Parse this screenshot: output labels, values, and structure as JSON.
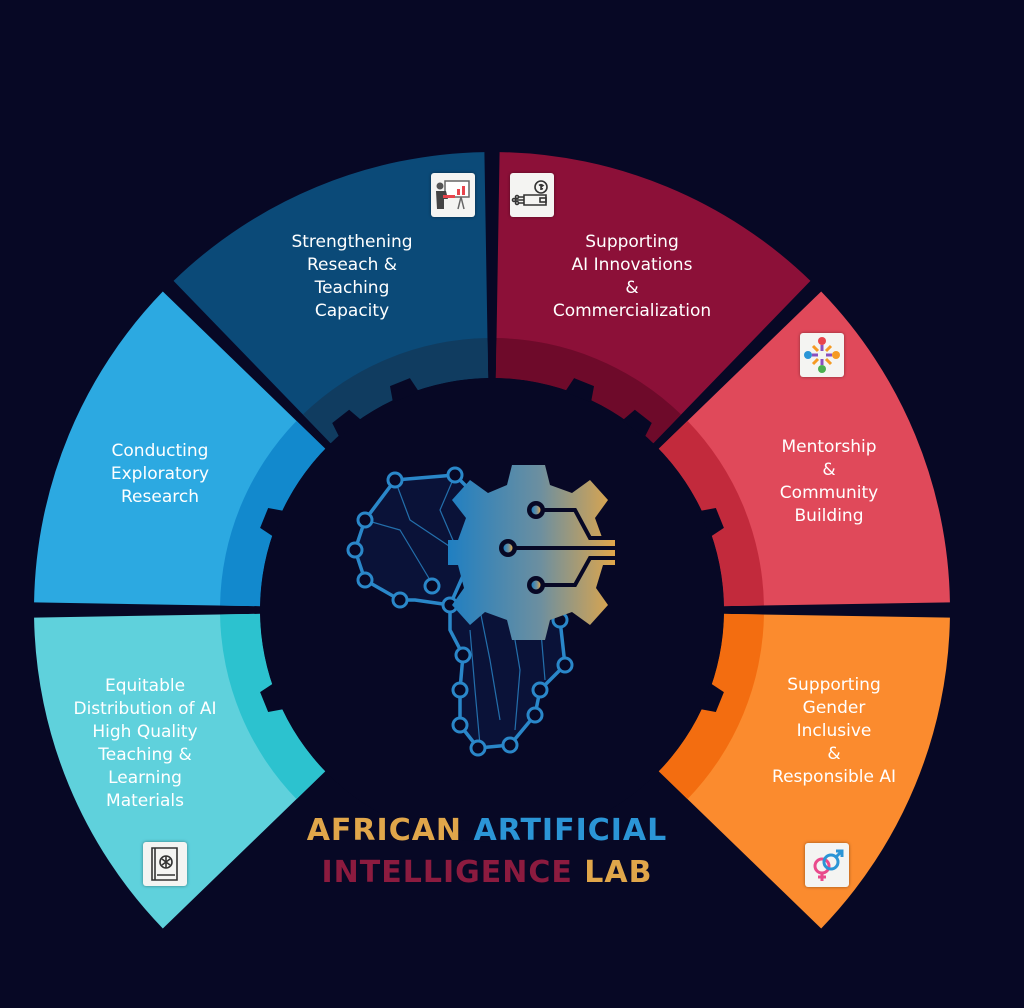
{
  "segments": [
    {
      "id": "strengthening",
      "label": "Strengthening\nReseach &\nTeaching\nCapacity",
      "color": "#0b4a78",
      "inner": "#103c60",
      "icon": "presentation-chart-icon"
    },
    {
      "id": "supporting-ai",
      "label": "Supporting\nAI Innovations\n&\nCommercialization",
      "color": "#8c1038",
      "inner": "#6e0a2a",
      "icon": "money-circuit-icon"
    },
    {
      "id": "mentorship",
      "label": "Mentorship\n&\nCommunity\nBuilding",
      "color": "#e0495a",
      "inner": "#c22a3c",
      "icon": "community-people-icon"
    },
    {
      "id": "gender",
      "label": "Supporting\nGender\nInclusive\n&\nResponsible AI",
      "color": "#fb8b2e",
      "inner": "#f36d10",
      "icon": "gender-symbols-icon"
    },
    {
      "id": "equitable",
      "label": "Equitable\nDistribution of AI\nHigh Quality\nTeaching &\nLearning\nMaterials",
      "color": "#5fd1dc",
      "inner": "#2cc2cf",
      "icon": "ai-book-icon"
    },
    {
      "id": "exploratory",
      "label": "Conducting\nExploratory\nResearch",
      "color": "#2ca9e1",
      "inner": "#1289cd",
      "icon": "magnifier-icon"
    }
  ],
  "lab": {
    "line1": [
      {
        "text": "AFRICAN",
        "color": "#e0a64a"
      },
      {
        "text": "ARTIFICIAL",
        "color": "#2b95d6"
      }
    ],
    "line2": [
      {
        "text": "INTELLIGENCE",
        "color": "#8c1b3f"
      },
      {
        "text": "LAB",
        "color": "#e0a64a"
      }
    ]
  },
  "colors": {
    "background": "#070825",
    "hub": "#070825",
    "circuit": "#2a87c9"
  }
}
